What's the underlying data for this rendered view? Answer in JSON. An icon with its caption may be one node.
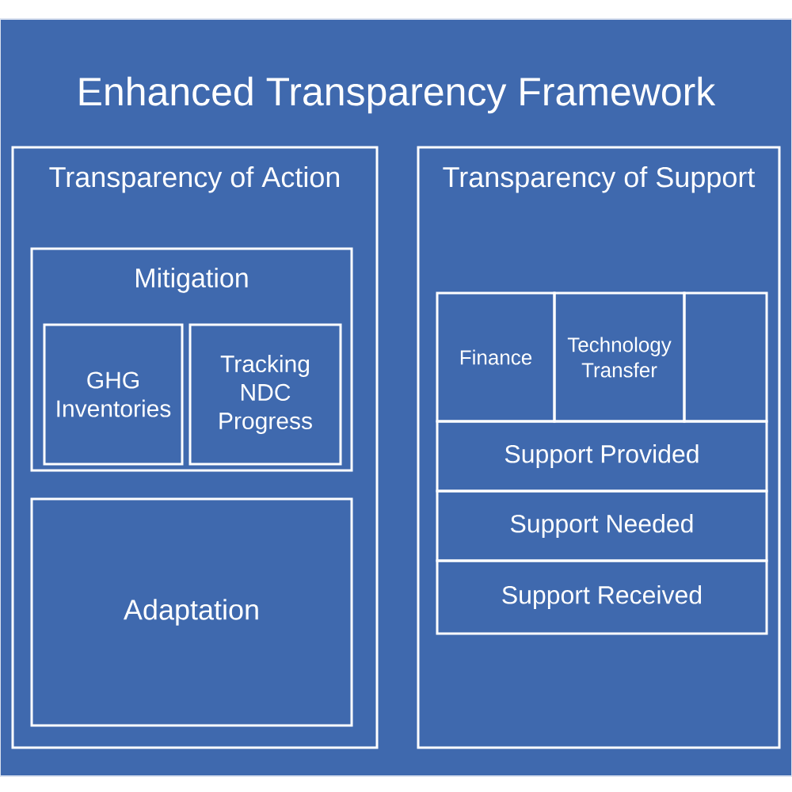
{
  "diagram": {
    "title": "Enhanced Transparency Framework",
    "nodes": [
      {
        "text": [
          "Transparency of Action"
        ]
      },
      {
        "text": [
          "Mitigation"
        ],
        "in": 0
      },
      {
        "text": [
          "GHG Inventories"
        ],
        "in": 1
      },
      {
        "text": [
          "Tracking NDC Progress"
        ],
        "in": 1
      },
      {
        "text": [
          "Adaptation"
        ],
        "in": 0
      },
      {
        "text": [
          "Transparency of Support"
        ]
      },
      {
        "text": [
          "Finance"
        ],
        "in": 5
      },
      {
        "text": [
          "Technology Transfer"
        ],
        "in": 5
      },
      {
        "text": [],
        "shape": "box",
        "in": 5
      },
      {
        "text": [
          "Support Provided"
        ],
        "in": 5
      },
      {
        "text": [
          "Support Needed"
        ],
        "in": 5
      },
      {
        "text": [
          "Support Received"
        ],
        "in": 5
      }
    ],
    "edges": []
  }
}
